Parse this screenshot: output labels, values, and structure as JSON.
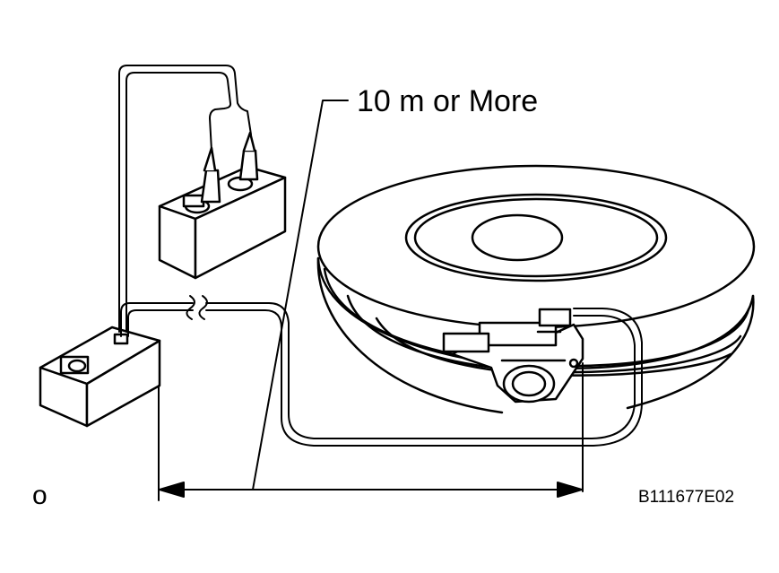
{
  "diagram": {
    "distance_label": "10 m or More",
    "corner_mark": "o",
    "figure_code": "B111677E02"
  },
  "components": {
    "tester": "deployment-tool-icon",
    "battery": "battery-icon",
    "tire": "tire-icon",
    "airbag_module": "airbag-module-icon",
    "wire_break": "wire-break-icon"
  },
  "colors": {
    "line": "#000000",
    "background": "#ffffff"
  }
}
